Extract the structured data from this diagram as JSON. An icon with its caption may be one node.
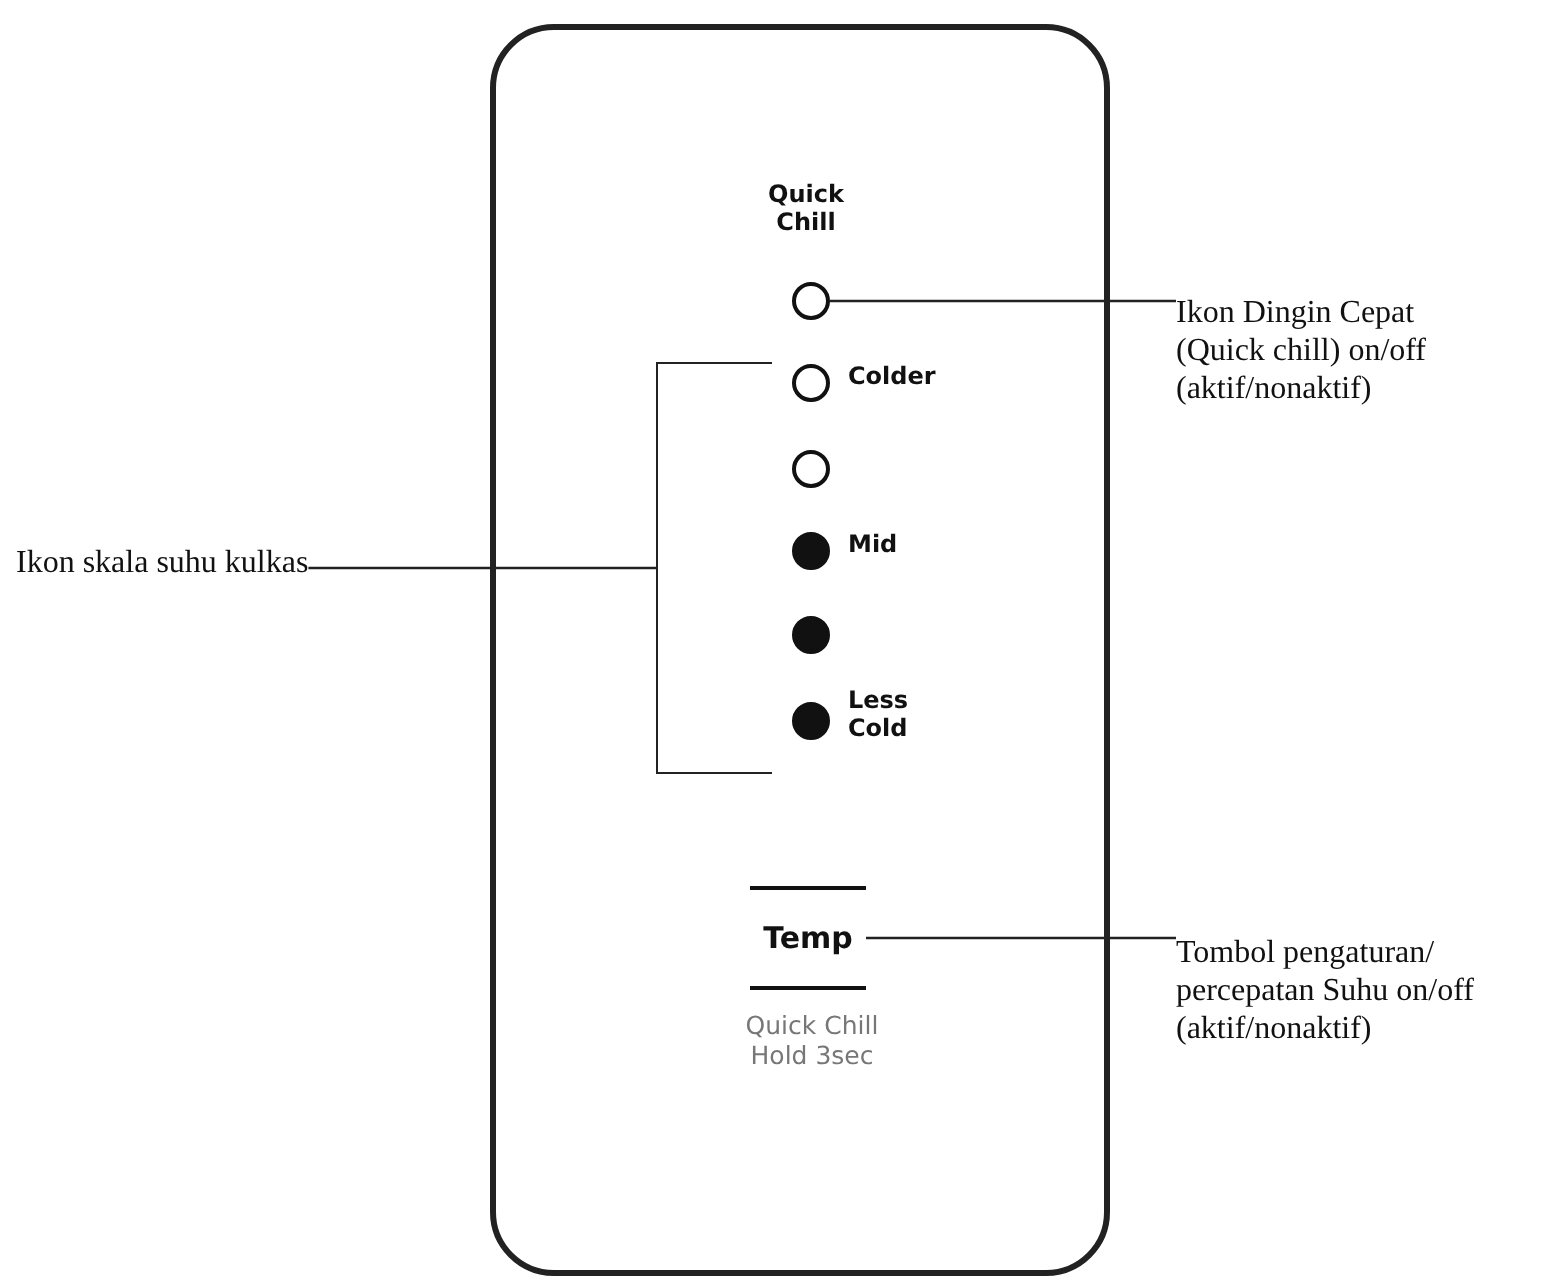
{
  "diagram": {
    "nodes": [
      {
        "text": [],
        "shape": "box"
      },
      {
        "text": [],
        "shape": "circle",
        "beside": [
          "Quick Chill"
        ],
        "in": 0
      },
      {
        "text": [],
        "shape": "circle",
        "beside": [
          "Colder"
        ],
        "in": 0
      },
      {
        "text": [],
        "shape": "circle",
        "in": 0
      },
      {
        "text": [],
        "shape": "dot",
        "beside": [
          "Mid"
        ],
        "in": 0
      },
      {
        "text": [],
        "shape": "dot",
        "in": 0
      },
      {
        "text": [],
        "shape": "dot",
        "beside": [
          "Less Cold"
        ],
        "in": 0
      },
      {
        "text": [
          "Temp"
        ],
        "beside": [
          "Quick Chill Hold 3sec"
        ],
        "in": 0
      },
      {
        "text": [
          "Ikon Dingin Cepat (Quick chill) on/off (aktif/nonaktif)"
        ]
      },
      {
        "text": [
          "Ikon skala suhu kulkas"
        ]
      },
      {
        "text": [
          "Tombol pengaturan/ percepatan Suhu on/off (aktif/nonaktif)"
        ]
      },
      {
        "text": [],
        "shape": "bracket",
        "in": 0
      }
    ],
    "edges": [
      {
        "from": 8,
        "to": 1,
        "arrow": "none"
      },
      {
        "from": 9,
        "to": 11,
        "arrow": "none"
      },
      {
        "from": 10,
        "to": 7,
        "arrow": "none"
      }
    ]
  }
}
